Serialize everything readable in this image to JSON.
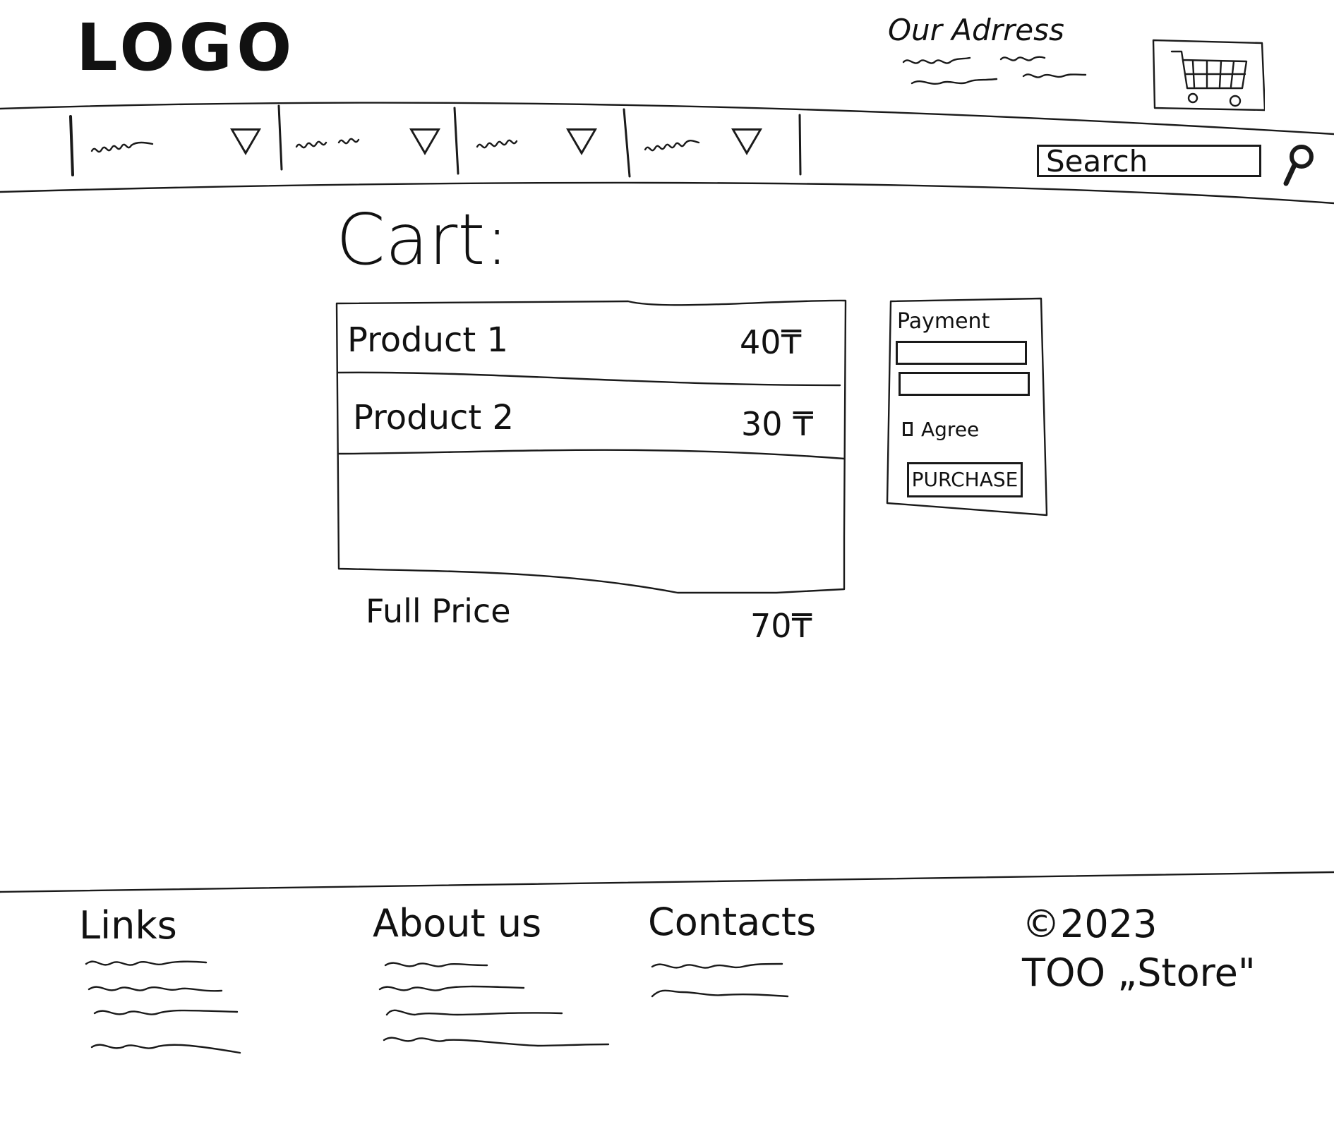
{
  "header": {
    "logo_text": "LOGO",
    "address_title": "Our Adrress",
    "search_placeholder": "Search"
  },
  "nav": {
    "items": [
      {
        "label": "",
        "icon": "dropdown-triangle-icon"
      },
      {
        "label": "",
        "icon": "dropdown-triangle-icon"
      },
      {
        "label": "",
        "icon": "dropdown-triangle-icon"
      },
      {
        "label": "",
        "icon": "dropdown-triangle-icon"
      }
    ]
  },
  "cart": {
    "title": "Cart:",
    "items": [
      {
        "name": "Product 1",
        "price": "40₸"
      },
      {
        "name": "Product 2",
        "price": "30 ₸"
      }
    ],
    "full_price_label": "Full Price",
    "full_price_value": "70₸"
  },
  "payment": {
    "title": "Payment",
    "agree_label": "Agree",
    "purchase_label": "PURCHASE"
  },
  "footer": {
    "links_title": "Links",
    "about_title": "About us",
    "contacts_title": "Contacts",
    "copyright": "©2023",
    "company": "TOO „Store\""
  },
  "icons": [
    "cart-icon",
    "search-icon",
    "dropdown-triangle-icon"
  ]
}
